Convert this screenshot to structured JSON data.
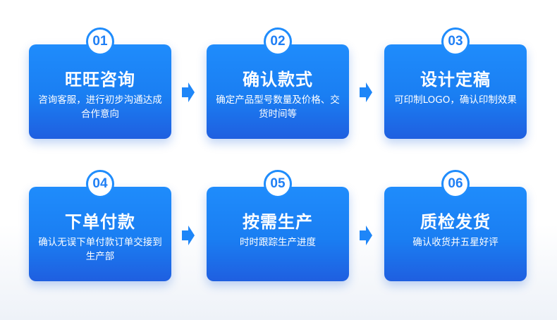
{
  "steps": [
    {
      "number": "01",
      "title": "旺旺咨询",
      "desc": "咨询客服，进行初步沟通达成合作意向"
    },
    {
      "number": "02",
      "title": "确认款式",
      "desc": "确定产品型号数量及价格、交货时间等"
    },
    {
      "number": "03",
      "title": "设计定稿",
      "desc": "可印制LOGO，确认印制效果"
    },
    {
      "number": "04",
      "title": "下单付款",
      "desc": "确认无误下单付款订单交接到生产部"
    },
    {
      "number": "05",
      "title": "按需生产",
      "desc": "时时跟踪生产进度"
    },
    {
      "number": "06",
      "title": "质检发货",
      "desc": "确认收货并五星好评"
    }
  ],
  "colors": {
    "card_top": "#1f8cfc",
    "card_bottom": "#1f5fe0",
    "badge_text": "#1f7ff5",
    "arrow": "#1e86f8"
  },
  "icons": {
    "connector": "arrow-right-icon"
  }
}
